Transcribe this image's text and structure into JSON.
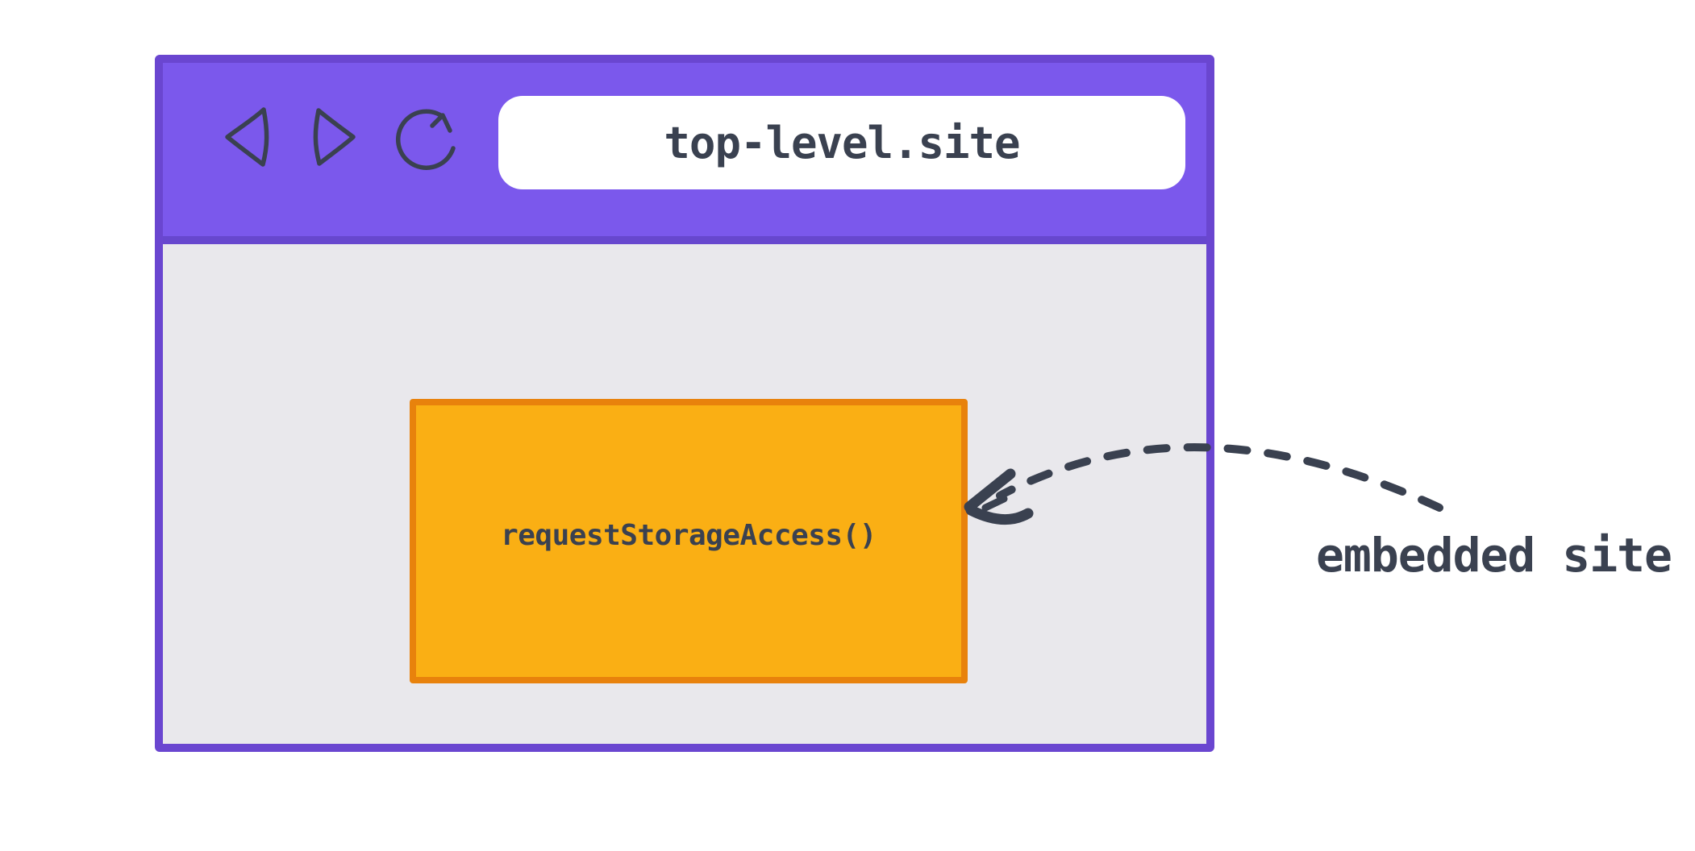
{
  "diagram": {
    "description": "Hand-drawn browser window diagram: an embedded site iframe inside a top-level site calls requestStorageAccess()",
    "browser_window": {
      "toolbar": {
        "back_icon": "back-arrow",
        "forward_icon": "forward-arrow",
        "reload_icon": "reload-arrow",
        "url_bar": {
          "value": "top-level.site"
        }
      },
      "content": {
        "embedded_frame": {
          "label": "requestStorageAccess()"
        }
      }
    },
    "annotation": {
      "label": "embedded site",
      "arrow": "dashed-curved-arrow-from-label-to-embedded-frame"
    },
    "colors": {
      "toolbar_purple": "#7B58EC",
      "window_border_purple": "#6A46D0",
      "toolbar_divider_purple": "#6747CE",
      "page_gray": "#E9E8EC",
      "frame_orange_fill": "#FAAF14",
      "frame_orange_border": "#E8820C",
      "ink": "#3A4150",
      "url_bar_white": "#FFFFFF"
    }
  }
}
